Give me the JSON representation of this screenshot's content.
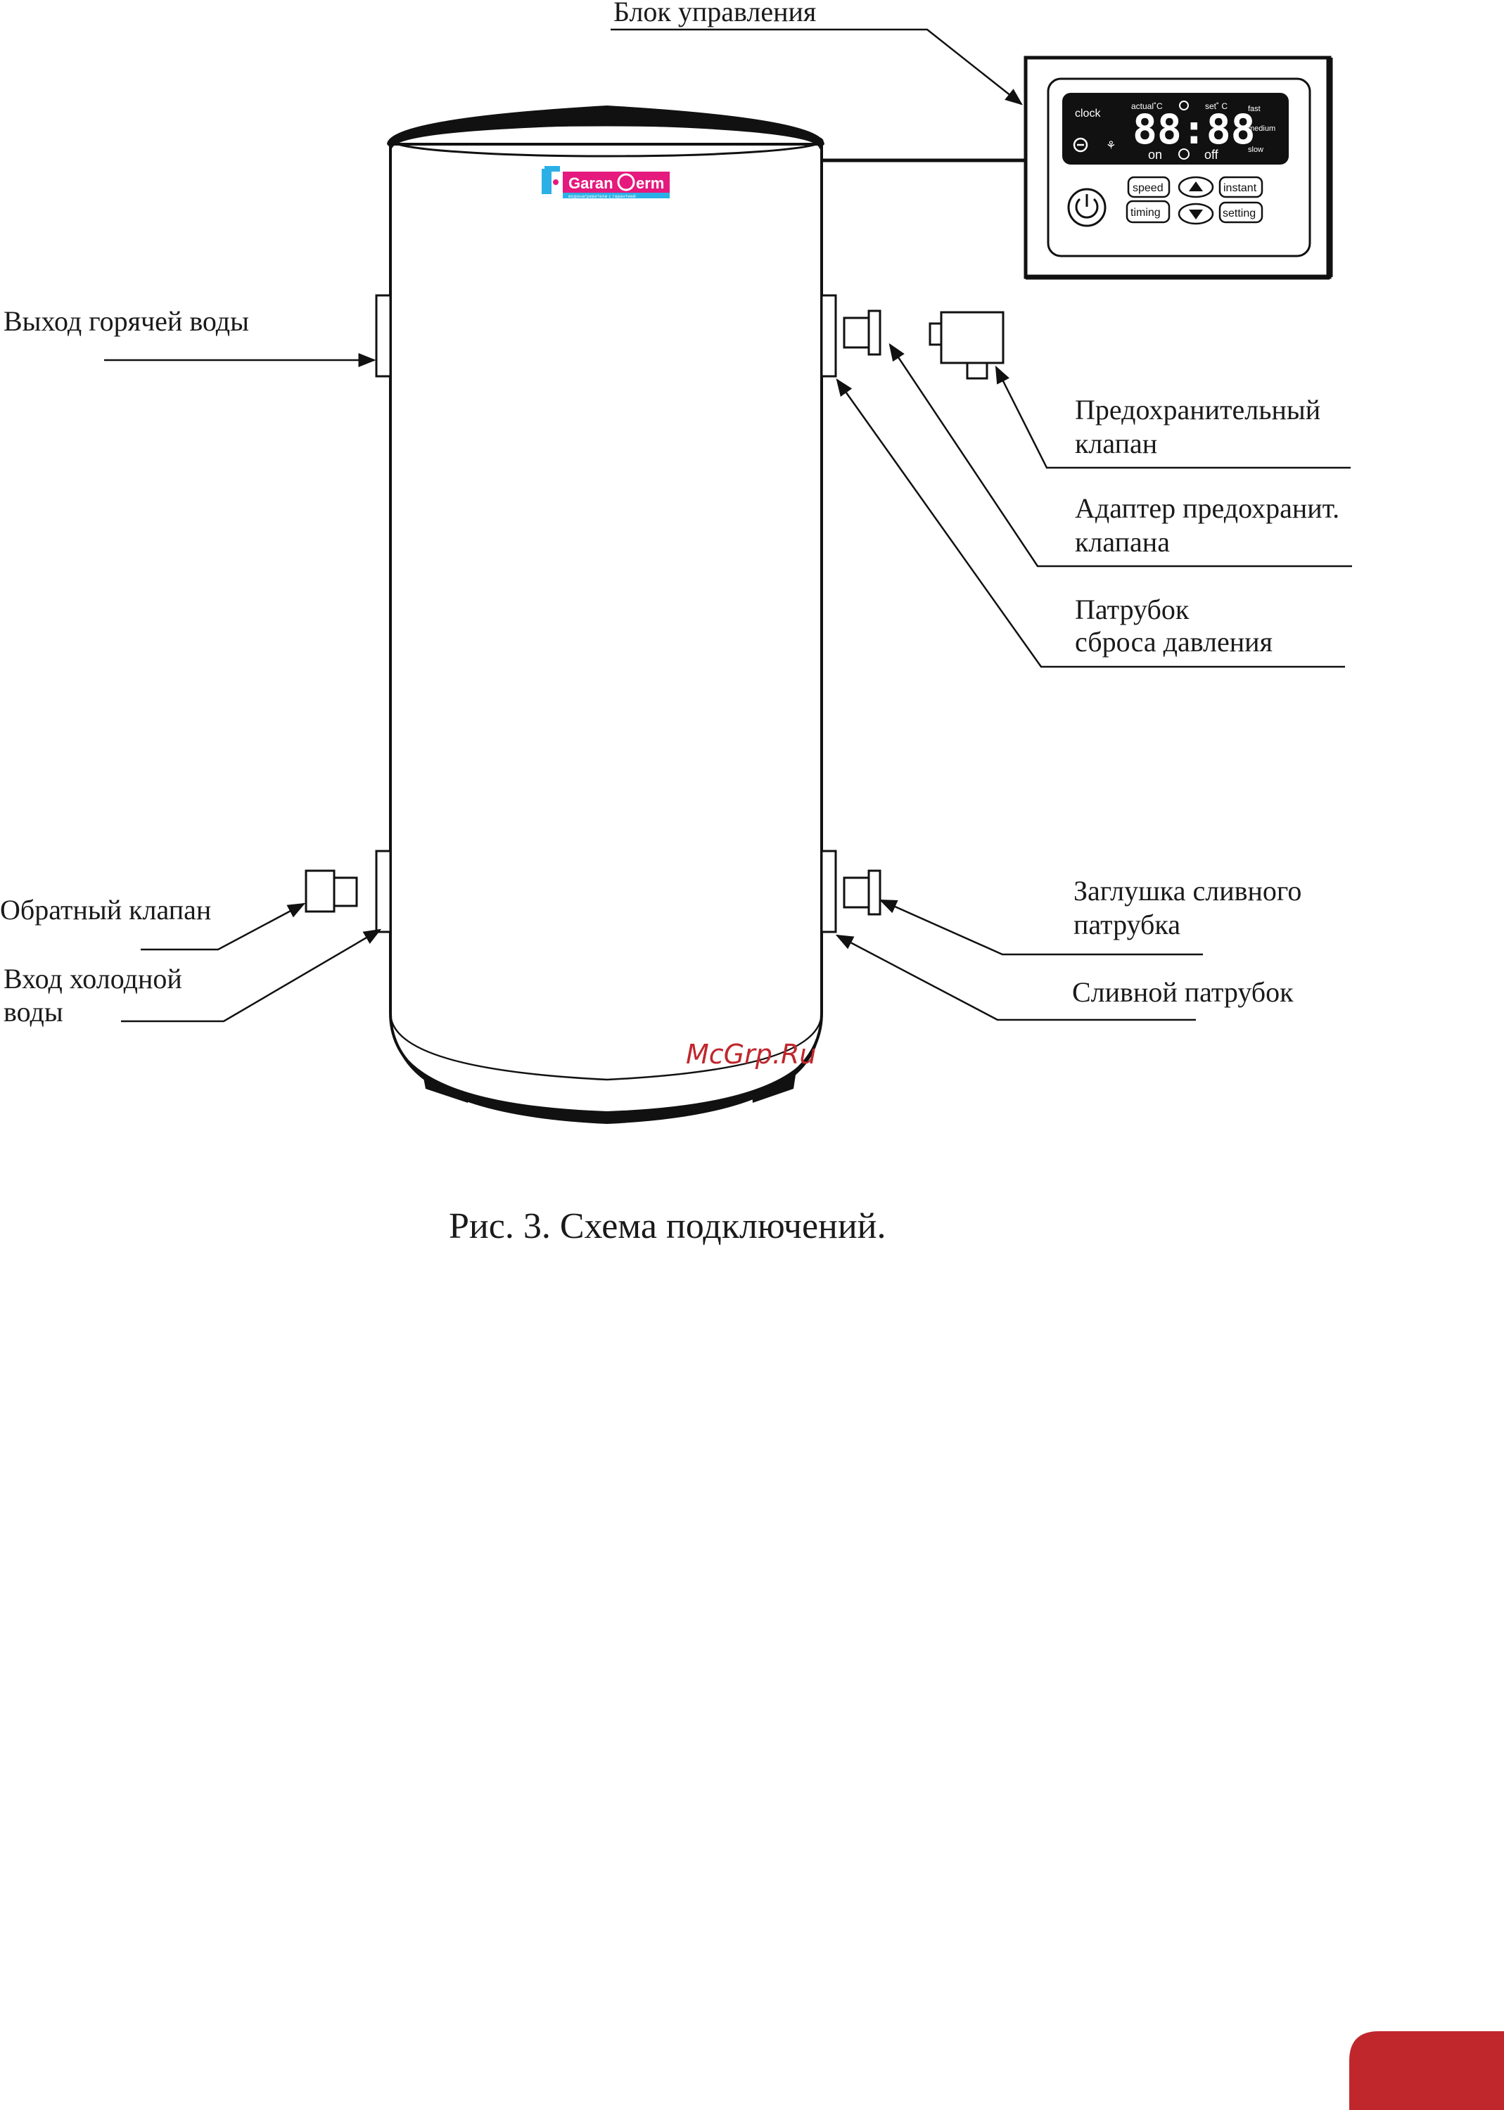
{
  "control_unit": {
    "label": "Блок управления",
    "display": {
      "clock": "clock",
      "actual": "actual˚C",
      "set": "set˚ C",
      "digits": "88:88",
      "on": "on",
      "off": "off",
      "fast": "fast",
      "medium": "medium",
      "slow": "slow"
    },
    "buttons": {
      "speed": "speed",
      "timing": "timing",
      "instant": "instant",
      "setting": "setting"
    }
  },
  "brand": {
    "name": "Garantherm",
    "logo_text": "Garan",
    "logo_text_2": "erm",
    "tagline": "водонагреватели с гарантией",
    "color": "#e5197e"
  },
  "labels": {
    "hot_water_outlet": "Выход горячей воды",
    "safety_valve_1": "Предохранительный",
    "safety_valve_2": "клапан",
    "valve_adapter_1": "Адаптер предохранит.",
    "valve_adapter_2": "клапана",
    "pressure_pipe_1": "Патрубок",
    "pressure_pipe_2": "сброса давления",
    "check_valve": "Обратный клапан",
    "cold_water_inlet_1": "Вход холодной",
    "cold_water_inlet_2": "воды",
    "drain_plug_1": "Заглушка сливного",
    "drain_plug_2": "патрубка",
    "drain_pipe": "Сливной патрубок"
  },
  "caption": "Рис. 3. Схема подключений.",
  "watermark": "McGrp.Ru",
  "colors": {
    "accent_tab": "#c0272d",
    "panel_screen": "#111111",
    "watermark": "#c0272d"
  }
}
